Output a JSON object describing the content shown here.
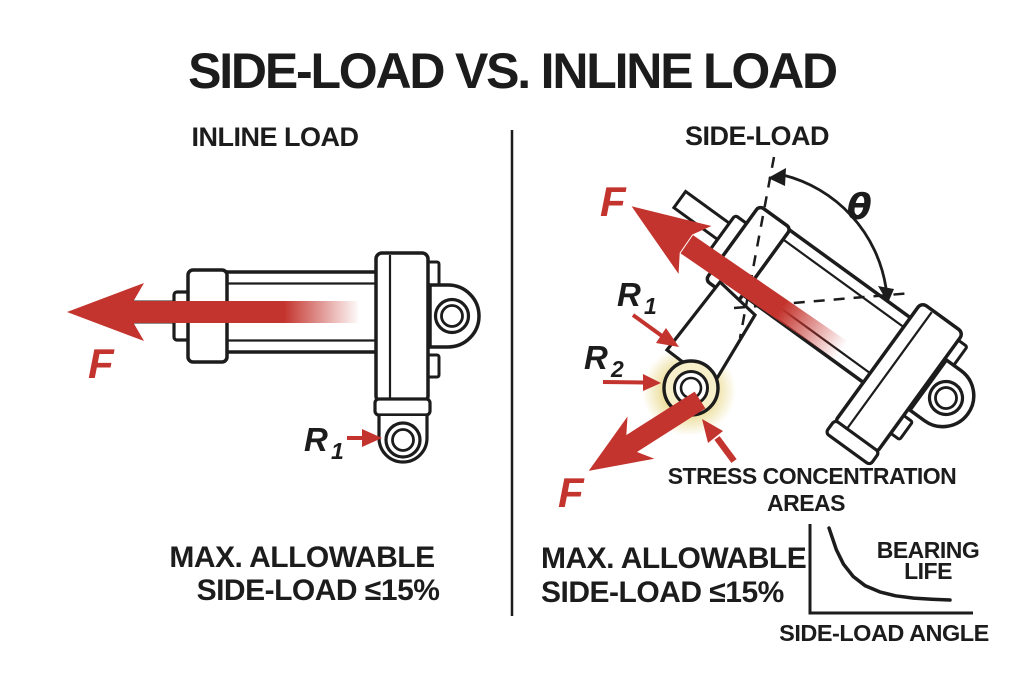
{
  "title": "SIDE-LOAD VS. INLINE LOAD",
  "inline_panel": {
    "heading": "INLINE LOAD",
    "force_label": "F",
    "r1": {
      "base": "R",
      "sub": "1"
    },
    "max_note": {
      "line1": "MAX. ALLOWABLE",
      "line2": "SIDE-LOAD ≤15%"
    }
  },
  "side_panel": {
    "heading": "SIDE-LOAD",
    "force_label_top": "F",
    "force_label_bottom": "F",
    "theta": "θ",
    "r1": {
      "base": "R",
      "sub": "1"
    },
    "r2": {
      "base": "R",
      "sub": "2"
    },
    "stress_note": {
      "line1": "STRESS CONCENTRATION",
      "line2": "AREAS"
    },
    "max_note": {
      "line1": "MAX. ALLOWABLE",
      "line2": "SIDE-LOAD ≤15%"
    }
  },
  "chart_data": {
    "type": "line",
    "title": "",
    "xlabel": "SIDE-LOAD ANGLE",
    "ylabel": "",
    "axis_ticks": "none (qualitative sketch, no numeric scale shown)",
    "x_units": "relative side-load angle 0-100",
    "y_units": "relative bearing life 0-100",
    "series_label": {
      "line1": "BEARING",
      "line2": "LIFE"
    },
    "series": [
      {
        "name": "BEARING LIFE",
        "x": [
          0,
          6,
          12,
          20,
          30,
          42,
          55,
          70,
          85,
          100
        ],
        "y": [
          100,
          72,
          53,
          37,
          25,
          17,
          12,
          9,
          7.5,
          6.5
        ]
      }
    ],
    "trend": "bearing life decreases sharply (convex decay) as side-load angle increases",
    "legend_position": "annotation upper-right inside plot"
  },
  "colors": {
    "ink": "#1c1c1c",
    "accent_red": "#c4342e",
    "stress_glow_yellow": "#eddf9e",
    "background": "#ffffff"
  }
}
